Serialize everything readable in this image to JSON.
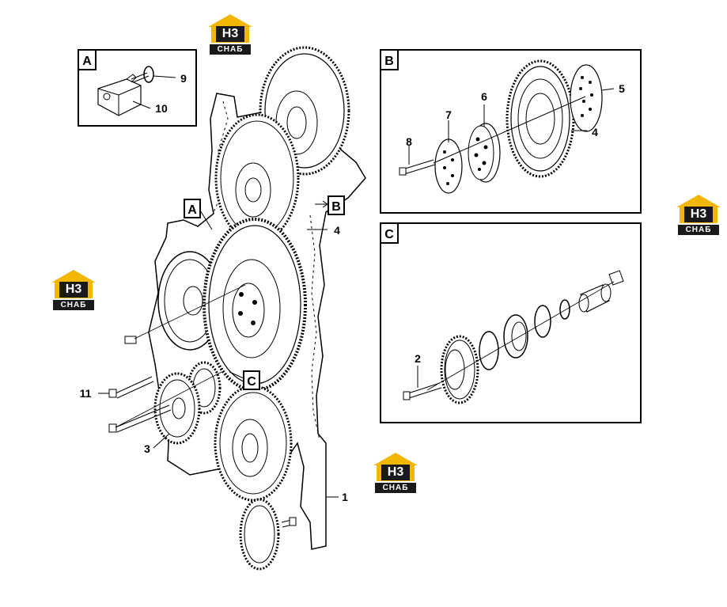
{
  "logo": {
    "code": "H3",
    "name": "СНАБ",
    "color": "#f2b705"
  },
  "panels": {
    "A": {
      "letter": "A",
      "callouts": {
        "oring": "9",
        "bracket": "10"
      }
    },
    "B": {
      "letter": "B",
      "callouts": {
        "bolt": "8",
        "plate": "7",
        "hub": "6",
        "flywheel": "4",
        "cover": "5"
      }
    },
    "C": {
      "letter": "C",
      "callouts": {
        "bolt": "2"
      }
    }
  },
  "main": {
    "refs": {
      "A": "A",
      "B": "B",
      "C": "C"
    },
    "callouts": {
      "gear": "4",
      "housing": "1",
      "bolt": "11",
      "idler": "3"
    }
  }
}
